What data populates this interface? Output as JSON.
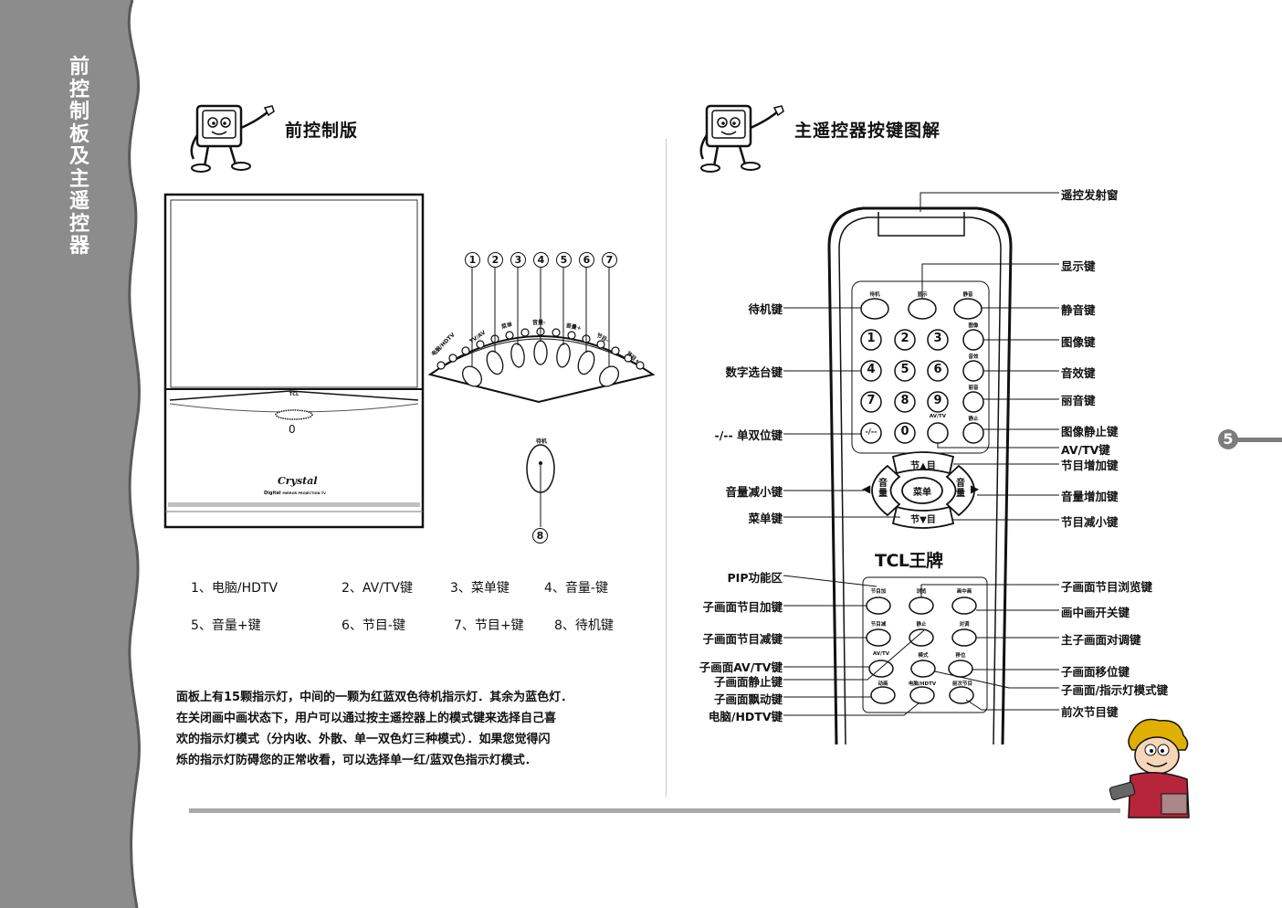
{
  "sidebar": {
    "title_chars": [
      "前",
      "控",
      "制",
      "板",
      "及",
      "主",
      "遥",
      "控",
      "器"
    ]
  },
  "page_number": "5",
  "left": {
    "heading": "前控制版",
    "tv": {
      "brand": "TCL",
      "knob_label": "0",
      "logo": "Crystal",
      "caption_a": "Digital",
      "caption_b": "MIRROR PROJECTION TV"
    },
    "panel_numbers": [
      "1",
      "2",
      "3",
      "4",
      "5",
      "6",
      "7"
    ],
    "panel_labels": [
      "电脑/HDTV",
      "TV/AV",
      "菜单",
      "音量-",
      "音量+",
      "节目-",
      "节目+"
    ],
    "standby_label": "待机",
    "standby_number": "8",
    "legend": [
      "1、电脑/HDTV",
      "2、AV/TV键",
      "3、菜单键",
      "4、音量-键",
      "5、音量+键",
      "6、节目-键",
      "7、节目+键",
      "8、待机键"
    ],
    "description": [
      "面板上有15颗指示灯，中间的一颗为红蓝双色待机指示灯．其余为蓝色灯．",
      "在关闭画中画状态下，用户可以通过按主遥控器上的模式键来选择自己喜",
      "欢的指示灯模式（分内收、外散、单一双色灯三种模式）．如果您觉得闪",
      "烁的指示灯防碍您的正常收看，可以选择单一红/蓝双色指示灯模式．"
    ]
  },
  "right": {
    "heading": "主遥控器按键图解",
    "remote": {
      "top_labels": [
        "待机",
        "显示",
        "静音"
      ],
      "side_labels": [
        "图像",
        "音效",
        "丽音",
        "静止"
      ],
      "digits": [
        "1",
        "2",
        "3",
        "4",
        "5",
        "6",
        "7",
        "8",
        "9",
        "-/--",
        "0"
      ],
      "avtv": "AV/TV",
      "prog_up": "节▲目",
      "prog_down": "节▼目",
      "vol_left": "音量",
      "vol_right": "音量",
      "menu": "菜单",
      "brand": "TCL王牌",
      "pip_labels": [
        "节目加",
        "浏览",
        "画中画",
        "节目减",
        "静止",
        "对调",
        "AV/TV",
        "模式",
        "移位",
        "动画",
        "电脑/HDTV",
        "前次节目"
      ]
    },
    "callouts_left": [
      "待机键",
      "数字选台键",
      "-/-- 单双位键",
      "音量减小键",
      "菜单键",
      "PIP功能区",
      "子画面节目加键",
      "子画面节目减键",
      "子画面AV/TV键",
      "子画面静止键",
      "子画面飘动键",
      "电脑/HDTV键"
    ],
    "callouts_right": [
      "遥控发射窗",
      "显示键",
      "静音键",
      "图像键",
      "音效键",
      "丽音键",
      "图像静止键",
      "AV/TV键",
      "节目增加键",
      "音量增加键",
      "节目减小键",
      "子画面节目浏览键",
      "画中画开关键",
      "主子画面对调键",
      "子画面移位键",
      "子画面/指示灯模式键",
      "前次节目键"
    ]
  }
}
